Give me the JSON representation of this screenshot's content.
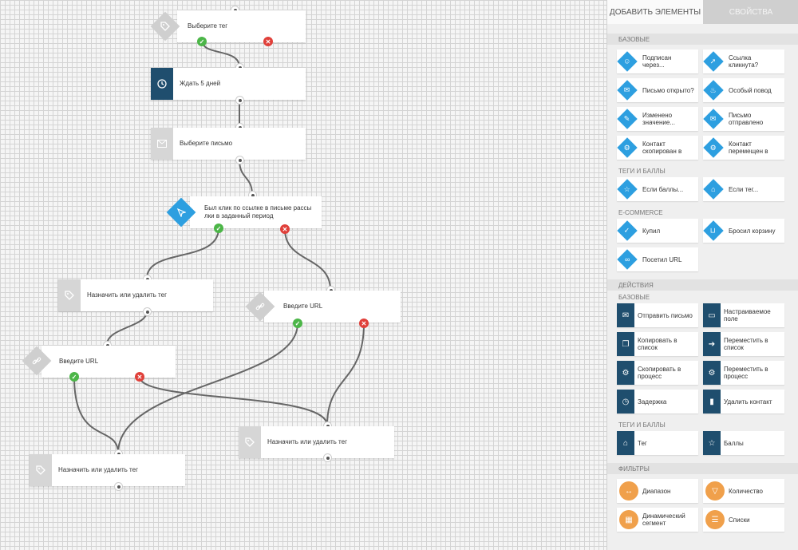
{
  "canvas": {
    "nodes": {
      "tag1": "Выберите тег",
      "wait": "Ждать 5 дней",
      "email": "Выберите письмо",
      "click": "Был клик по ссылке в письме рассы\nлки в заданный период",
      "assign1": "Назначить или удалить тег",
      "url_right": "Введите URL",
      "url_left": "Введите URL",
      "assign2": "Назначить или удалить тег",
      "assign3": "Назначить или удалить тег"
    },
    "yes_symbol": "✓",
    "no_symbol": "✕"
  },
  "sidebar": {
    "tabs": [
      "ДОБАВИТЬ ЭЛЕМЕНТЫ",
      "СВОЙСТВА"
    ],
    "sections": {
      "conditions_base": "БАЗОВЫЕ",
      "conditions_tags": "ТЕГИ И БАЛЛЫ",
      "ecommerce": "E-COMMERCE",
      "actions": "ДЕЙСТВИЯ",
      "actions_base": "БАЗОВЫЕ",
      "actions_tags": "ТЕГИ И БАЛЛЫ",
      "filters": "ФИЛЬТРЫ"
    },
    "conditions_base_items": [
      {
        "label": "Подписан через...",
        "icon": "subscribe-icon"
      },
      {
        "label": "Ссылка кликнута?",
        "icon": "link-click-icon"
      },
      {
        "label": "Письмо открыто?",
        "icon": "email-open-icon"
      },
      {
        "label": "Особый повод",
        "icon": "cake-icon"
      },
      {
        "label": "Изменено значение...",
        "icon": "user-edit-icon"
      },
      {
        "label": "Письмо отправлено",
        "icon": "email-sent-icon"
      },
      {
        "label": "Контакт скопирован в",
        "icon": "copy-gear-icon"
      },
      {
        "label": "Контакт перемещен в",
        "icon": "move-gear-icon"
      }
    ],
    "conditions_tags_items": [
      {
        "label": "Если баллы...",
        "icon": "star-icon"
      },
      {
        "label": "Если тег...",
        "icon": "tag-icon"
      }
    ],
    "ecommerce_items": [
      {
        "label": "Купил",
        "icon": "cart-check-icon"
      },
      {
        "label": "Бросил корзину",
        "icon": "basket-icon"
      },
      {
        "label": "Посетил URL",
        "icon": "link-icon"
      }
    ],
    "actions_base_items": [
      {
        "label": "Отправить письмо",
        "icon": "envelope-icon"
      },
      {
        "label": "Настраиваемое поле",
        "icon": "custom-field-icon"
      },
      {
        "label": "Копировать в список",
        "icon": "copy-icon"
      },
      {
        "label": "Переместить в список",
        "icon": "move-icon"
      },
      {
        "label": "Скопировать в процесс",
        "icon": "copy-process-icon"
      },
      {
        "label": "Переместить в процесс",
        "icon": "move-process-icon"
      },
      {
        "label": "Задержка",
        "icon": "clock-icon"
      },
      {
        "label": "Удалить контакт",
        "icon": "trash-icon"
      }
    ],
    "actions_tags_items": [
      {
        "label": "Тег",
        "icon": "tag-icon"
      },
      {
        "label": "Баллы",
        "icon": "star-icon"
      }
    ],
    "filters_items": [
      {
        "label": "Диапазон",
        "icon": "range-icon"
      },
      {
        "label": "Количество",
        "icon": "funnel-icon"
      },
      {
        "label": "Динамический сегмент",
        "icon": "segment-icon"
      },
      {
        "label": "Списки",
        "icon": "lists-icon"
      }
    ],
    "colors": {
      "blue": "#2d9fe0",
      "navy": "#1f4e6e",
      "orange": "#f0a04b"
    }
  }
}
